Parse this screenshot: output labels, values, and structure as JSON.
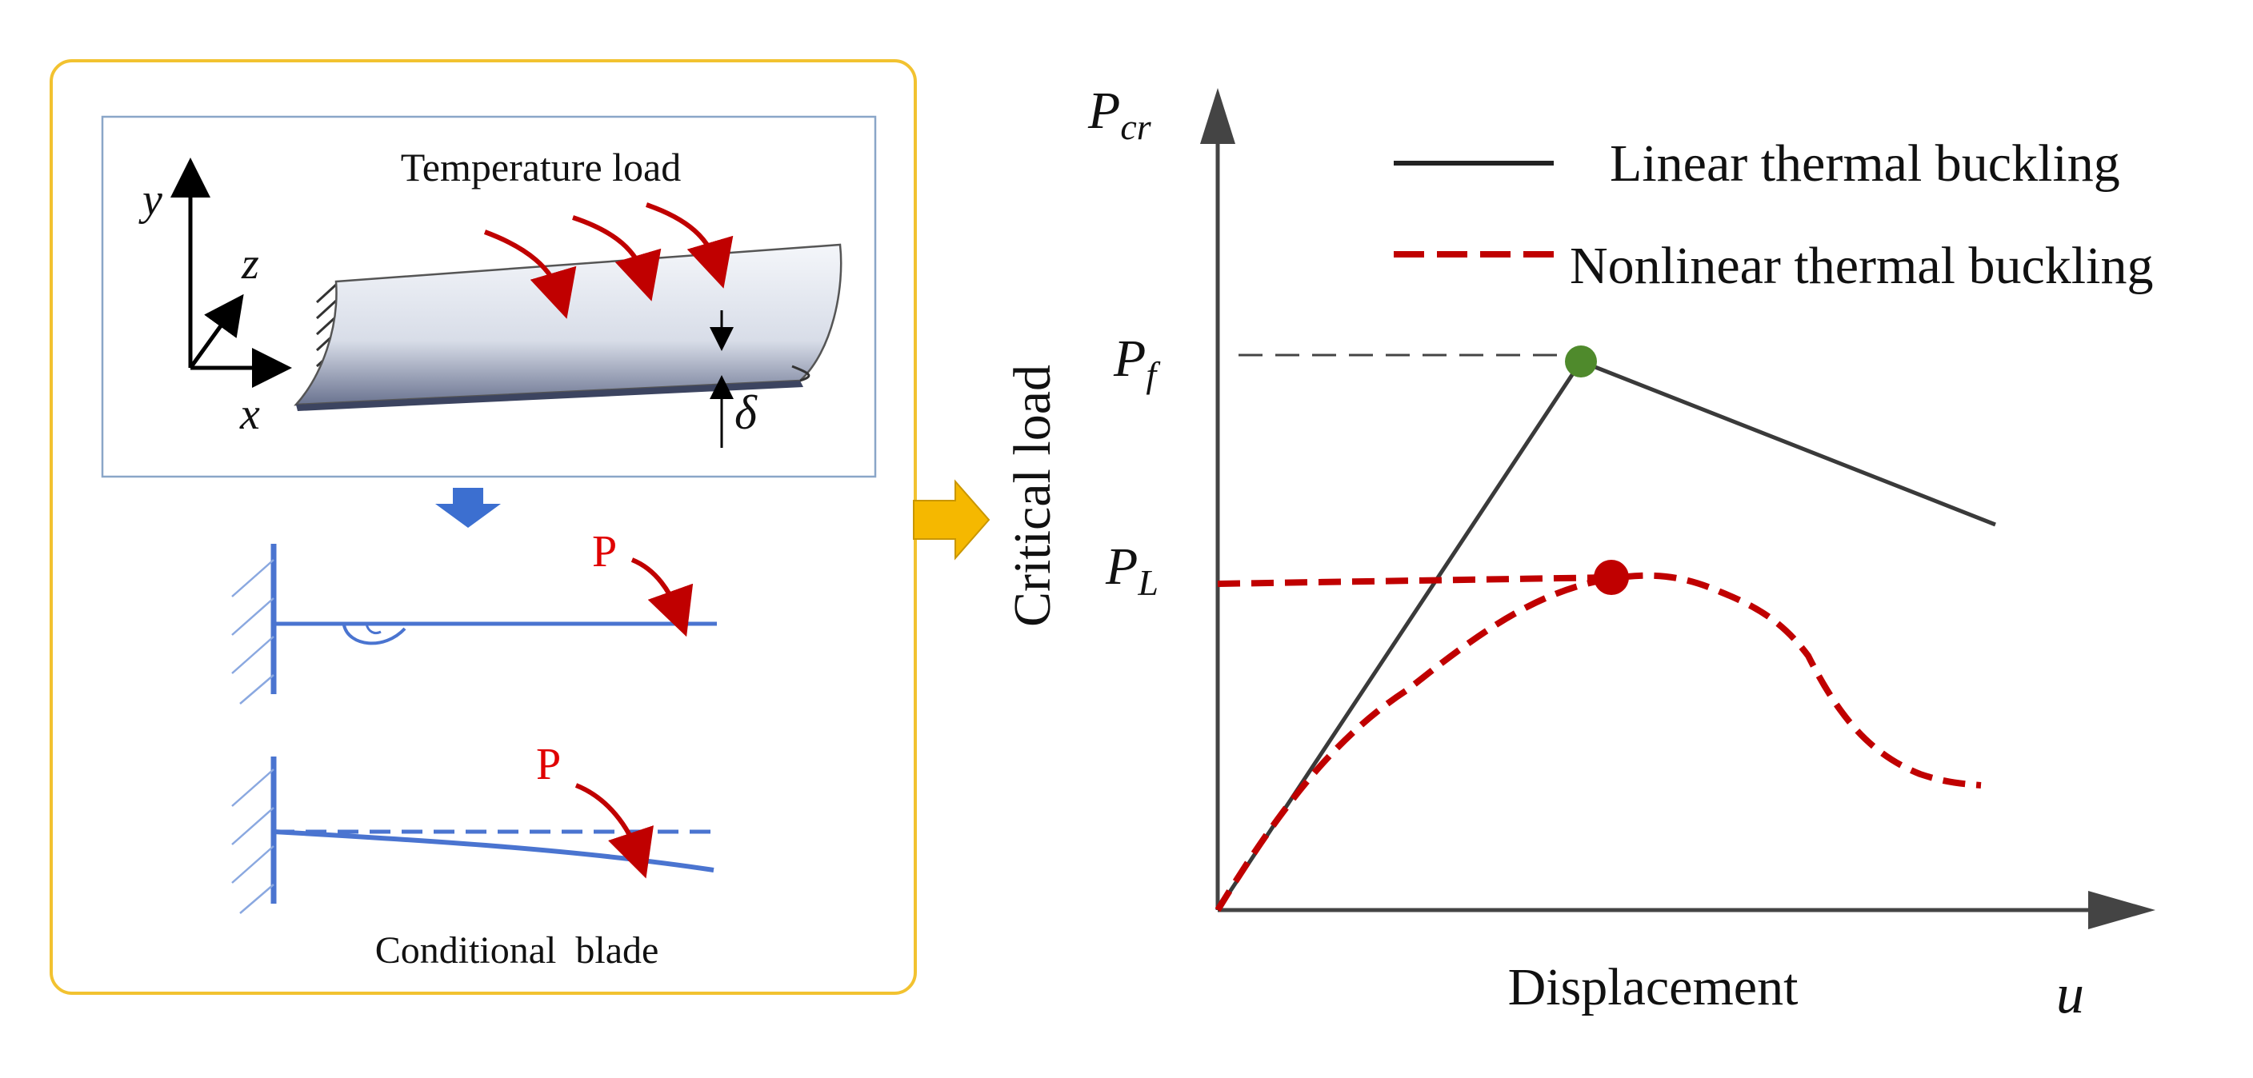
{
  "left_panel": {
    "top_box": {
      "title": "Temperature load",
      "axis_y": "y",
      "axis_z": "z",
      "axis_x": "x",
      "deflection": "δ"
    },
    "load_label_1": "P",
    "load_label_2": "P",
    "caption": "Conditional  blade"
  },
  "graph": {
    "y_axis_symbol": "P",
    "y_axis_symbol_sub": "cr",
    "y_axis_label": "Critical load",
    "x_axis_label": "Displacement",
    "x_axis_symbol": "u",
    "pf_symbol": "P",
    "pf_sub": "f",
    "pl_symbol": "P",
    "pl_sub": "L",
    "legend": [
      {
        "label": "Linear thermal buckling",
        "style": "solid",
        "color": "#3a3a3a"
      },
      {
        "label": "Nonlinear thermal buckling",
        "style": "dashed",
        "color": "#c00000"
      }
    ]
  },
  "colors": {
    "panel_border": "#f2c230",
    "arrow_orange": "#f5b800",
    "arrow_blue": "#3c6fd0",
    "blade_blue": "#4a74d0",
    "load_red": "#c00000",
    "pf_point": "#4f8a2c",
    "pl_point": "#c00000"
  }
}
